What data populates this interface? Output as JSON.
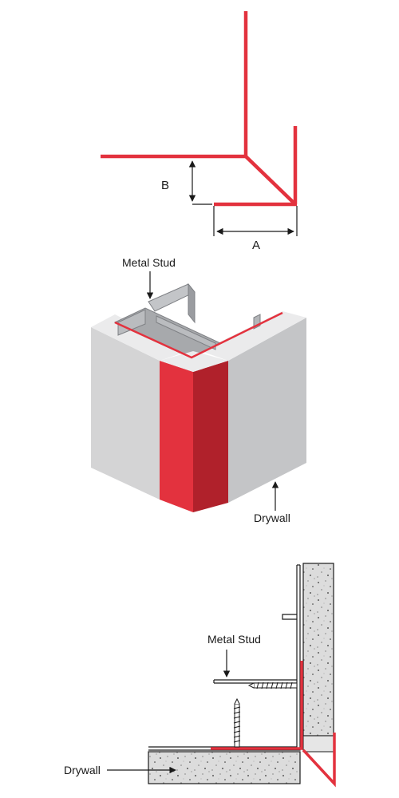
{
  "figure_top": {
    "dimension_a_label": "A",
    "dimension_b_label": "B"
  },
  "figure_middle": {
    "metal_stud_label": "Metal Stud",
    "drywall_label": "Drywall"
  },
  "figure_bottom": {
    "metal_stud_label": "Metal Stud",
    "drywall_label": "Drywall"
  },
  "colors": {
    "trim_red": "#e3323e",
    "trim_red_dark": "#b0212b",
    "drywall_light": "#d4d4d5",
    "drywall_mid": "#c4c5c7",
    "drywall_top": "#ebebec",
    "stud_metal": "#b3b5b8",
    "concrete": "#dcdcdc",
    "line": "#1a1a1a"
  },
  "icons": [
    "dimension-arrow-icon",
    "pointer-arrow-icon",
    "screw-icon"
  ]
}
